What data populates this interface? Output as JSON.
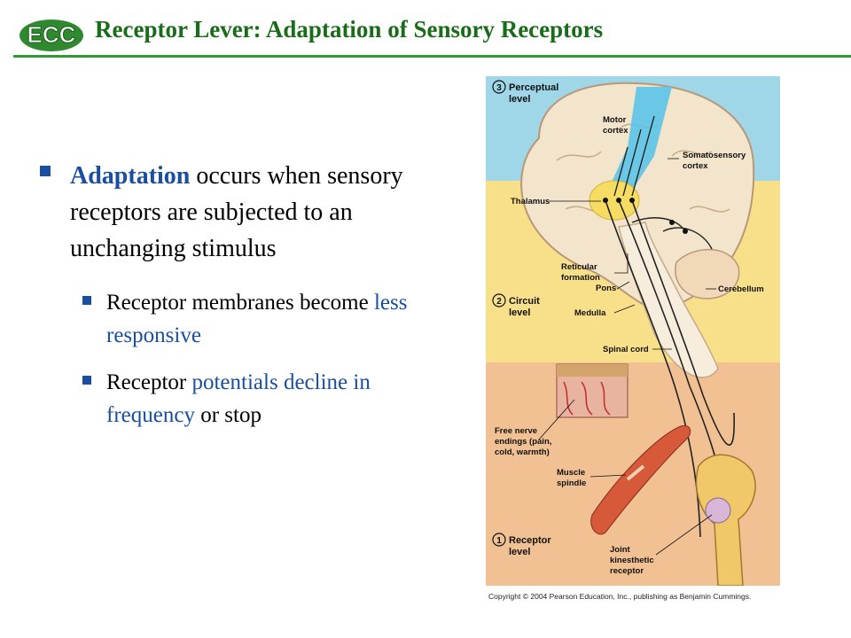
{
  "header": {
    "title": "Receptor Lever: Adaptation of Sensory Receptors",
    "logo_text": "ECC",
    "accent_color": "#1a6b1a"
  },
  "bullets": {
    "main": {
      "keyword": "Adaptation",
      "text": " occurs when sensory receptors are subjected to an unchanging stimulus"
    },
    "sub1": {
      "prefix": "Receptor membranes become ",
      "highlight": "less responsive"
    },
    "sub2": {
      "prefix": "Receptor ",
      "highlight": "potentials decline in frequency",
      "suffix": " or stop"
    }
  },
  "figure": {
    "levels": {
      "perceptual": [
        "Perceptual",
        "level"
      ],
      "circuit": [
        "Circuit",
        "level"
      ],
      "receptor": [
        "Receptor",
        "level"
      ],
      "numbers": [
        "3",
        "2",
        "1"
      ]
    },
    "labels": {
      "motor_cortex": [
        "Motor",
        "cortex"
      ],
      "somatosensory_cortex": [
        "Somatosensory",
        "cortex"
      ],
      "thalamus": "Thalamus",
      "reticular_formation": [
        "Reticular",
        "formation"
      ],
      "pons": "Pons",
      "cerebellum": "Cerebellum",
      "medulla": "Medulla",
      "spinal_cord": "Spinal cord",
      "free_nerve_endings": [
        "Free nerve",
        "endings (pain,",
        "cold, warmth)"
      ],
      "muscle_spindle": [
        "Muscle",
        "spindle"
      ],
      "joint_receptor": [
        "Joint",
        "kinesthetic",
        "receptor"
      ]
    },
    "colors": {
      "perceptual_bg": "#9fd6e8",
      "circuit_bg": "#f8e08a",
      "receptor_bg": "#f1c193",
      "brain": "#f3e4cc",
      "motor_pathway": "#5bc3e8",
      "thalamus": "#f6dc62"
    }
  },
  "copyright": "Copyright © 2004 Pearson Education, Inc., publishing as Benjamin Cummings."
}
